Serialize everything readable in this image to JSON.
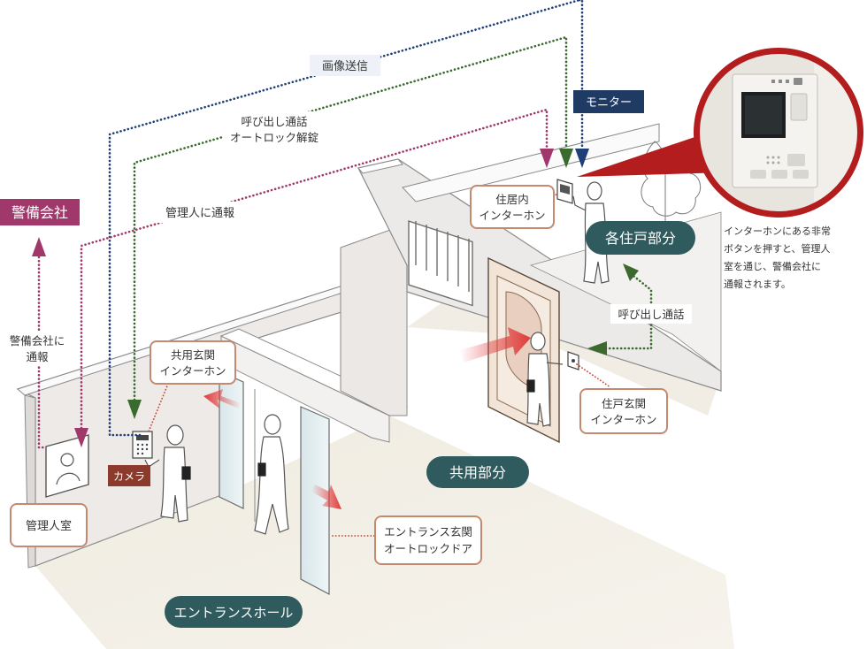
{
  "labels": {
    "image_send": "画像送信",
    "call_unlock_1": "呼び出し通話",
    "call_unlock_2": "オートロック解錠",
    "notify_manager": "管理人に通報",
    "monitor": "モニター",
    "security_company": "警備会社",
    "notify_security_1": "警備会社に",
    "notify_security_2": "通報",
    "manager_room": "管理人室",
    "camera": "カメラ",
    "common_entrance_intercom_1": "共用玄関",
    "common_entrance_intercom_2": "インターホン",
    "residence_intercom_1": "住居内",
    "residence_intercom_2": "インターホン",
    "each_unit": "各住戸部分",
    "call": "呼び出し通話",
    "unit_entrance_intercom_1": "住戸玄関",
    "unit_entrance_intercom_2": "インターホン",
    "common_area": "共用部分",
    "entrance_autolock_1": "エントランス玄関",
    "entrance_autolock_2": "オートロックドア",
    "entrance_hall": "エントランスホール",
    "note": [
      "インターホンにある非常",
      "ボタンを押すと、管理人",
      "室を通じ、警備会社に",
      "通報されます。"
    ]
  },
  "colors": {
    "blue_line": "#1e3f78",
    "green_line": "#3b6a2e",
    "magenta_line": "#a0386c",
    "teal_pill": "#2f5a5e",
    "navy_box": "#1f3a63",
    "magenta_box": "#a0386c",
    "camera_box": "#8b3a2b",
    "callout_border": "#c48a70",
    "red_arrow": "#e03a3a",
    "dark_red": "#b31d1d"
  }
}
